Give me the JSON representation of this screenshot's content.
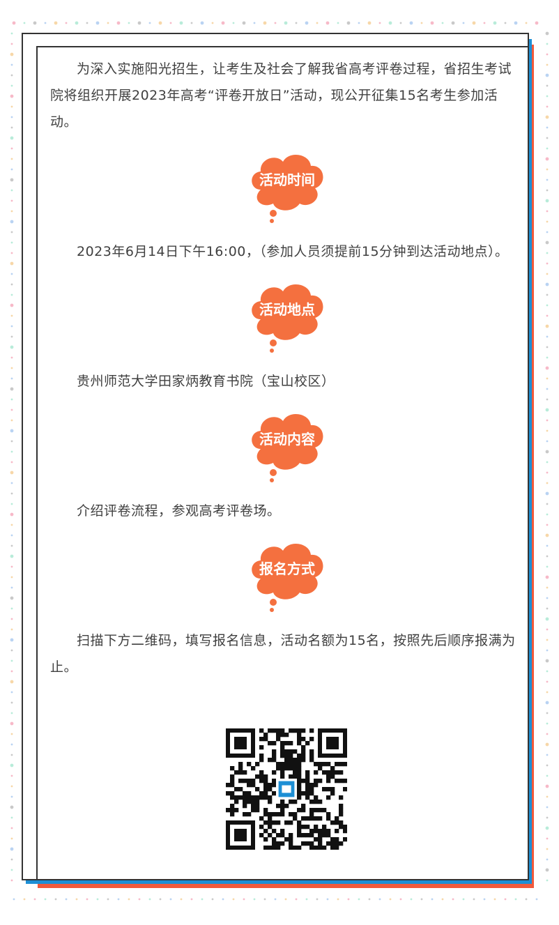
{
  "intro": "为深入实施阳光招生，让考生及社会了解我省高考评卷过程，省招生考试院将组织开展2023年高考“评卷开放日”活动，现公开征集15名考生参加活动。",
  "sections": [
    {
      "heading": "活动时间",
      "body": "2023年6月14日下午16:00，（参加人员须提前15分钟到达活动地点）。"
    },
    {
      "heading": "活动地点",
      "body": "贵州师范大学田家炳教育书院（宝山校区）"
    },
    {
      "heading": "活动内容",
      "body": "介绍评卷流程，参观高考评卷场。"
    },
    {
      "heading": "报名方式",
      "body": "扫描下方二维码，填写报名信息，活动名额为15名，按照先后顺序报满为止。"
    }
  ],
  "colors": {
    "cloud": "#f4703f",
    "frame_blue": "#1d8fd5",
    "frame_red": "#f15a3c",
    "text": "#3f3f3f"
  },
  "qr_code": {
    "icon": "qr-code-icon"
  }
}
